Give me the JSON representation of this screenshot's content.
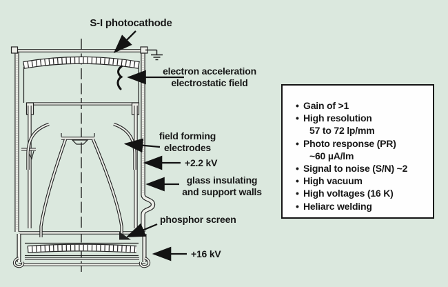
{
  "colors": {
    "background": "#dbe8de",
    "ink": "#181818",
    "box_background": "#fefefe",
    "box_border": "#141414"
  },
  "diagram": {
    "title": "S-I photocathode",
    "labels": {
      "electron_acceleration": {
        "line1": "electron acceleration",
        "line2": "electrostatic field"
      },
      "field_forming": {
        "line1": "field forming",
        "line2": "electrodes"
      },
      "voltage_mid": "+2.2 kV",
      "glass_walls": {
        "line1": "glass insulating",
        "line2": "and support walls"
      },
      "phosphor_screen": "phosphor screen",
      "voltage_screen": "+16 kV"
    }
  },
  "specs_box": {
    "items": [
      {
        "bullet": "•",
        "text": "Gain of >1"
      },
      {
        "bullet": "•",
        "text": "High resolution"
      },
      {
        "bullet": "",
        "text": "57 to 72 lp/mm"
      },
      {
        "bullet": "•",
        "text": "Photo response (PR)"
      },
      {
        "bullet": "",
        "text": "~60 µA/lm"
      },
      {
        "bullet": "•",
        "text": "Signal to noise (S/N) ~2"
      },
      {
        "bullet": "•",
        "text": "High vacuum"
      },
      {
        "bullet": "•",
        "text": "High voltages (16 K)"
      },
      {
        "bullet": "•",
        "text": "Heliarc welding"
      }
    ]
  }
}
